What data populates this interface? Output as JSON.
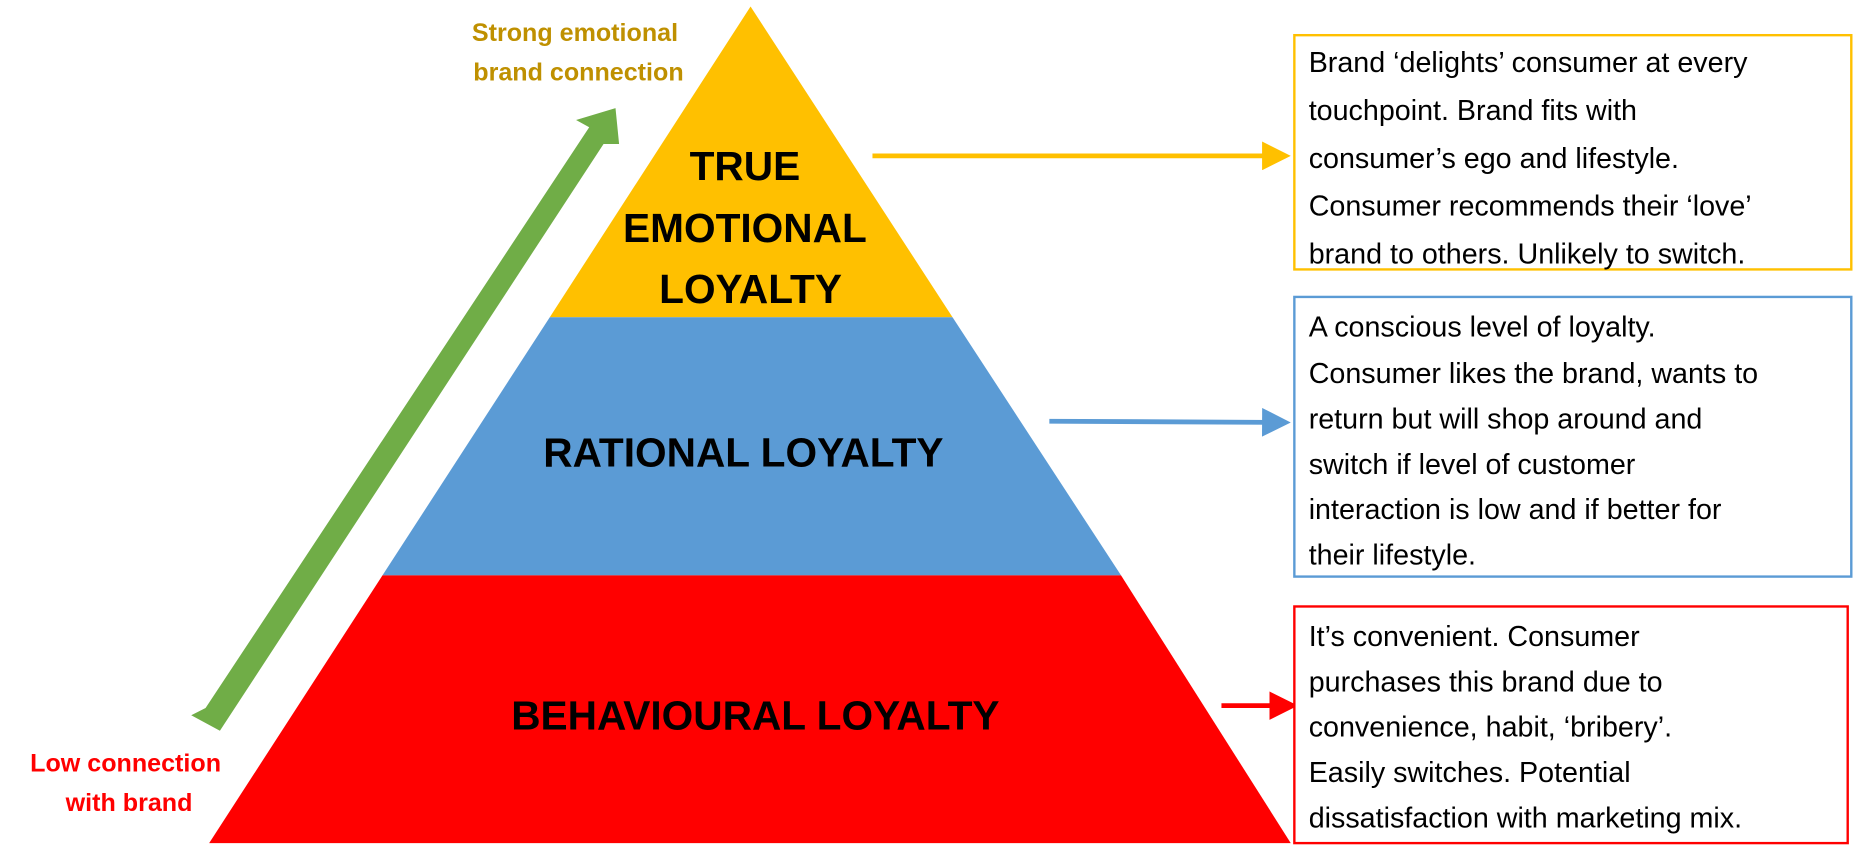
{
  "colors": {
    "top_tier": "#FFC000",
    "middle_tier": "#5B9BD5",
    "bottom_tier": "#FF0000",
    "up_arrow": "#70AD47",
    "strong_label": "#BF9000",
    "low_label": "#FF0000"
  },
  "axis": {
    "top_label": [
      "Strong emotional",
      "brand connection"
    ],
    "bottom_label": [
      "Low connection",
      "with brand"
    ]
  },
  "tiers": [
    {
      "label_lines": [
        "TRUE",
        "EMOTIONAL",
        "LOYALTY"
      ],
      "description_lines": [
        "Brand ‘delights’ consumer at every",
        "touchpoint.  Brand fits with",
        "consumer’s ego and lifestyle.",
        "Consumer recommends their ‘love’",
        "brand to others.  Unlikely to switch."
      ]
    },
    {
      "label_lines": [
        "RATIONAL LOYALTY"
      ],
      "description_lines": [
        "A conscious level of loyalty.",
        "Consumer likes the brand, wants to",
        "return but will shop around and",
        "switch if level of customer",
        "interaction is low and if better for",
        "their lifestyle."
      ]
    },
    {
      "label_lines": [
        "BEHAVIOURAL LOYALTY"
      ],
      "description_lines": [
        "It’s convenient.  Consumer",
        "purchases this brand due to",
        "convenience, habit, ‘bribery’.",
        "Easily switches.  Potential",
        "dissatisfaction with marketing mix."
      ]
    }
  ]
}
